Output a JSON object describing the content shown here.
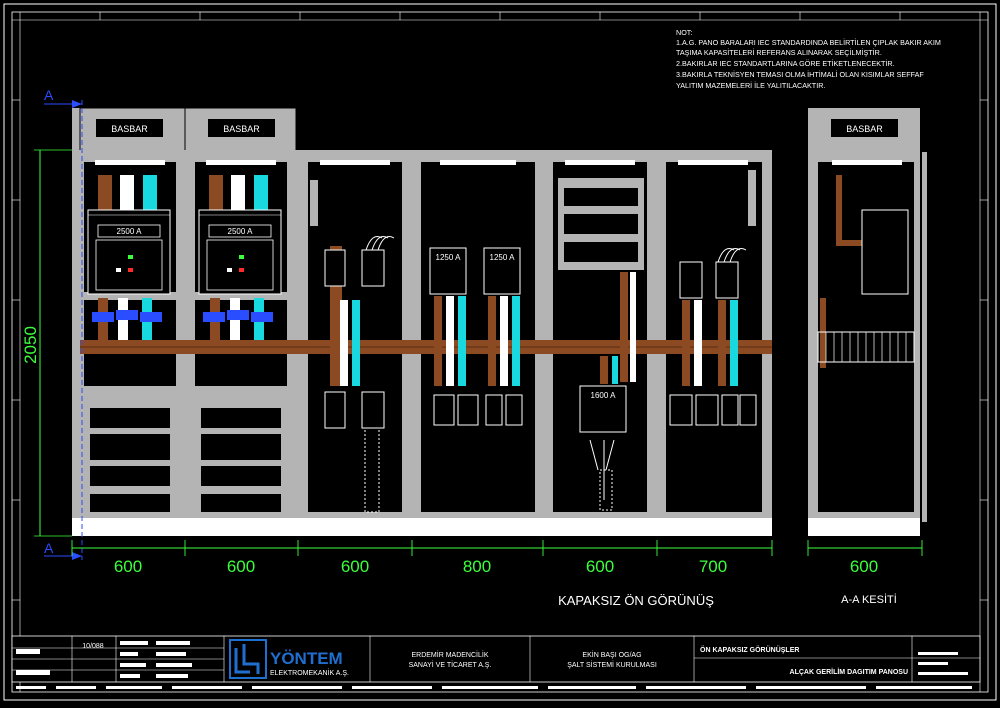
{
  "notes": {
    "title": "NOT:",
    "lines": [
      "1.A.G. PANO BARALARI IEC STANDARDINDA BELİRTİLEN ÇIPLAK BAKIR AKIM",
      "TAŞIMA KAPASİTELERİ REFERANS ALINARAK SEÇİLMİŞTİR.",
      "2.BAKIRLAR IEC STANDARTLARINA GÖRE ETİKETLENECEKTİR.",
      "3.BAKIRLA TEKNİSYEN TEMASI OLMA İHTİMALİ OLAN KISIMLAR SEFFAF",
      "YALITIM MAZEMELERİ İLE YALITILACAKTIR."
    ]
  },
  "section_marks": {
    "top": "A",
    "bottom": "A"
  },
  "height_dimension": "2050",
  "panels": [
    {
      "busbar_label": "BASBAR",
      "breaker_rating": "2500 A",
      "width_dim": "600"
    },
    {
      "busbar_label": "BASBAR",
      "breaker_rating": "2500 A",
      "width_dim": "600"
    },
    {
      "width_dim": "600"
    },
    {
      "breaker_ratings": [
        "1250 A",
        "1250 A"
      ],
      "width_dim": "800"
    },
    {
      "breaker_rating": "1600 A",
      "width_dim": "600"
    },
    {
      "width_dim": "700"
    }
  ],
  "section_panel": {
    "busbar_label": "BASBAR",
    "width_dim": "600"
  },
  "view_titles": {
    "front": "KAPAKSIZ ÖN GÖRÜNÜŞ",
    "section": "A-A KESİTİ"
  },
  "title_block": {
    "drawing_no": "10/088",
    "company_name": "YÖNTEM",
    "company_sub": "ELEKTROMEKANİK A.Ş.",
    "client_line1": "ERDEMİR MADENCİLİK",
    "client_line2": "SANAYİ VE TİCARET A.Ş.",
    "project_line1": "EKİN BAŞI OG/AG",
    "project_line2": "ŞALT SİSTEMİ KURULMASI",
    "sheet_title": "ÖN KAPAKSIZ GÖRÜNÜŞLER",
    "sheet_subtitle": "ALÇAK GERİLİM DAGITIM PANOSU"
  },
  "colors": {
    "frame": "#ffffff",
    "panel_gray": "#b4b4b4",
    "dimension": "#3cff3c",
    "section_mark": "#2a4dff",
    "copper": "#8b4a22",
    "neutral_cyan": "#18d8e0",
    "logo_blue": "#1f6fd0"
  }
}
